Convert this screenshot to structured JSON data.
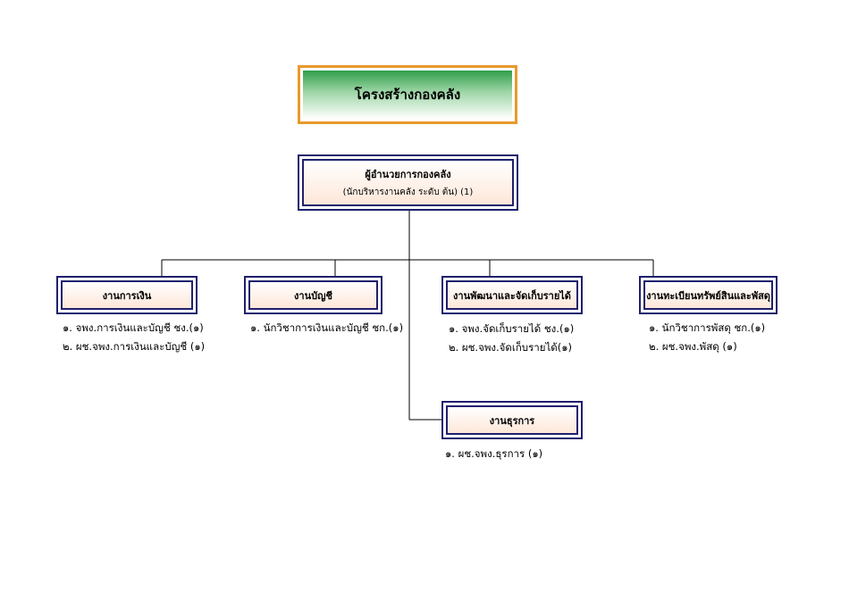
{
  "title": "โครงสร้างกองคลัง",
  "director": {
    "name": "ผู้อำนวยการกองคลัง",
    "position": "(นักบริหารงานคลัง ระดับ ต้น) (1)"
  },
  "units": [
    {
      "name": "งานการเงิน",
      "staff": [
        "๑. จพง.การเงินและบัญชี ชง.(๑)",
        "๒. ผช.จพง.การเงินและบัญชี (๑)"
      ]
    },
    {
      "name": "งานบัญชี",
      "staff": [
        "๑. นักวิชาการเงินและบัญชี ชก.(๑)"
      ]
    },
    {
      "name": "งานพัฒนาและจัดเก็บรายได้",
      "staff": [
        "๑. จพง.จัดเก็บรายได้ ชง.(๑)",
        "๒. ผช.จพง.จัดเก็บรายได้(๑)"
      ]
    },
    {
      "name": "งานทะเบียนทรัพย์สินและพัสดุ",
      "staff": [
        "๑. นักวิชาการพัสดุ ชก.(๑)",
        "๒. ผช.จพง.พัสดุ (๑)"
      ]
    },
    {
      "name": "งานธุรการ",
      "staff": [
        "๑. ผช.จพง.ธุรการ (๑)"
      ]
    }
  ],
  "colors": {
    "box_border": "#1f1f6e",
    "title_border": "#e89a2c",
    "title_green": "#2f9e4a",
    "box_fill": "#fde7d8"
  }
}
